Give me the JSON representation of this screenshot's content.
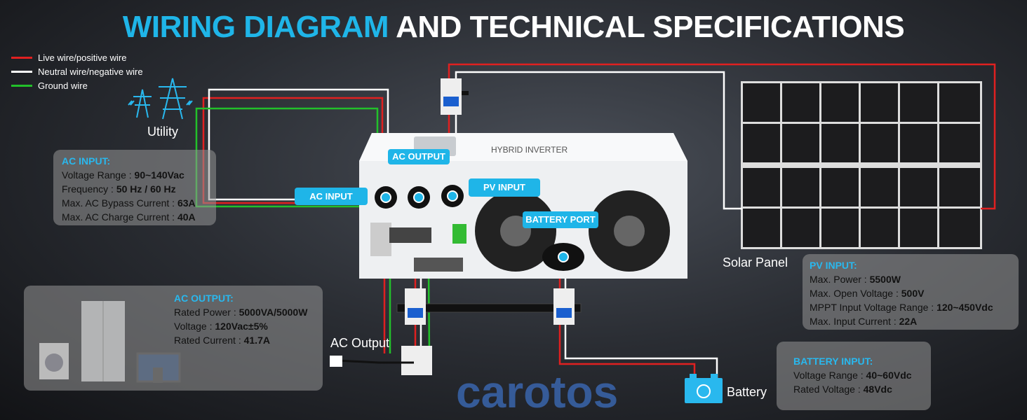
{
  "title": {
    "highlight": "WIRING DIAGRAM",
    "rest": "AND TECHNICAL SPECIFICATIONS"
  },
  "legend": [
    {
      "label": "Live wire/positive wire",
      "color": "#e02020"
    },
    {
      "label": "Neutral wire/negative wire",
      "color": "#ffffff"
    },
    {
      "label": "Ground wire",
      "color": "#22c02a"
    }
  ],
  "labels": {
    "utility": "Utility",
    "solar_panel": "Solar Panel",
    "ac_output": "AC Output",
    "battery": "Battery"
  },
  "pills": {
    "ac_input": "AC INPUT",
    "ac_output": "AC OUTPUT",
    "pv_input": "PV INPUT",
    "battery_port": "BATTERY PORT"
  },
  "ac_input": {
    "heading": "AC INPUT:",
    "rows": [
      {
        "k": "Voltage Range : ",
        "v": "90~140Vac"
      },
      {
        "k": "Frequency : ",
        "v": "50 Hz / 60 Hz"
      },
      {
        "k": "Max. AC Bypass Current : ",
        "v": "63A"
      },
      {
        "k": "Max. AC Charge Current : ",
        "v": "40A"
      }
    ]
  },
  "ac_output": {
    "heading": "AC OUTPUT:",
    "rows": [
      {
        "k": "Rated Power : ",
        "v": "5000VA/5000W"
      },
      {
        "k": "Voltage : ",
        "v": "120Vac±5%"
      },
      {
        "k": "Rated Current : ",
        "v": "41.7A"
      }
    ]
  },
  "pv_input": {
    "heading": "PV INPUT:",
    "rows": [
      {
        "k": "Max. Power : ",
        "v": "5500W"
      },
      {
        "k": "Max. Open Voltage : ",
        "v": "500V"
      },
      {
        "k": "MPPT Input Voltage Range : ",
        "v": "120~450Vdc"
      },
      {
        "k": "Max. Input Current :  ",
        "v": "22A"
      }
    ]
  },
  "battery_input": {
    "heading": "BATTERY INPUT:",
    "rows": [
      {
        "k": "Voltage Range : ",
        "v": "40~60Vdc"
      },
      {
        "k": "Rated Voltage : ",
        "v": "48Vdc"
      }
    ]
  },
  "inverter": {
    "label": "HYBRID INVERTER"
  },
  "watermark": "carotos"
}
